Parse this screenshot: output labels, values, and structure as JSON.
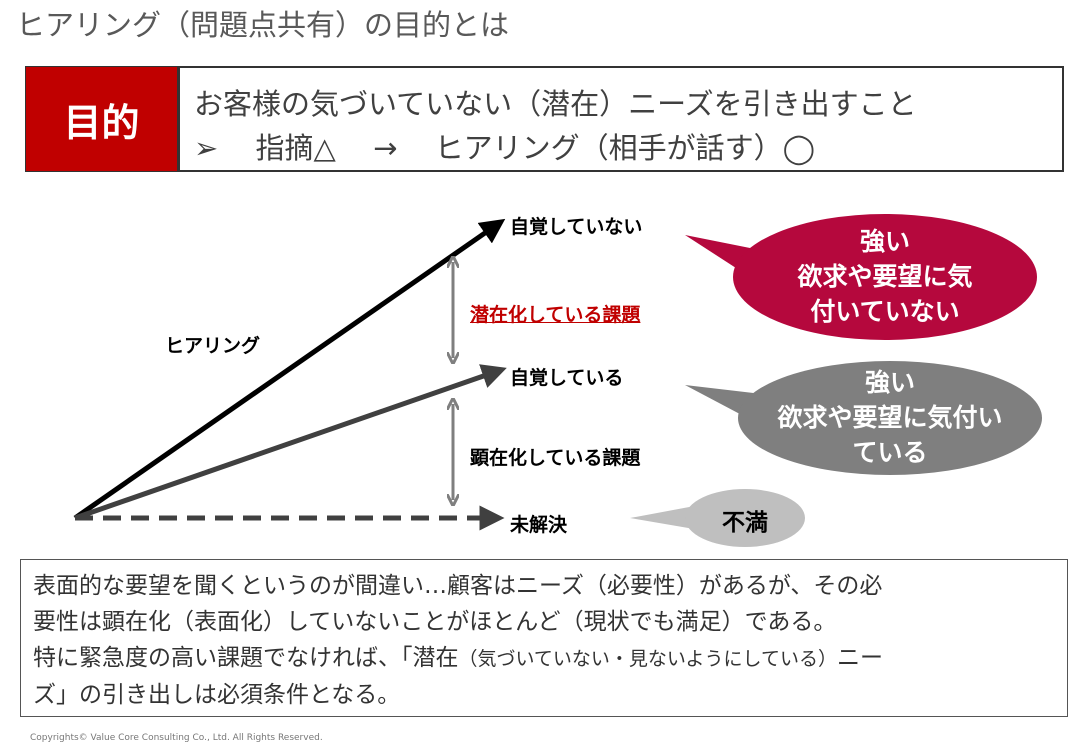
{
  "title": "ヒアリング（問題点共有）の目的とは",
  "purpose": {
    "tag": "目的",
    "line1": "お客様の気づいていない（潜在）ニーズを引き出すこと",
    "bullet": "➢",
    "line2_a": "指摘△",
    "line2_arrow": "→",
    "line2_b": "ヒアリング（相手が話す）◯"
  },
  "diagram": {
    "hearing_label": "ヒアリング",
    "level_top": "自覚していない",
    "level_mid": "自覚している",
    "level_bottom": "未解決",
    "latent_issue": "潜在化している課題",
    "manifest_issue": "顕在化している課題",
    "bubble_red": [
      "強い",
      "欲求や要望に気",
      "付いていない"
    ],
    "bubble_gray": [
      "強い",
      "欲求や要望に気付い",
      "ている"
    ],
    "bubble_light": "不満",
    "colors": {
      "red": "#b5083d",
      "gray": "#7f7f7f",
      "light": "#bfbfbf"
    }
  },
  "note": {
    "line1": "表面的な要望を聞くというのが間違い…顧客はニーズ（必要性）があるが、その必",
    "line2": "要性は顕在化（表面化）していないことがほとんど（現状でも満足）である。",
    "line3a": "特に緊急度の高い課題でなければ、「潜在",
    "line3b": "（気づいていない・見ないようにしている）",
    "line3c": "ニー",
    "line4": "ズ」の引き出しは必須条件となる。"
  },
  "footer": "Copyrights© Value Core Consulting Co., Ltd.  All Rights Reserved."
}
